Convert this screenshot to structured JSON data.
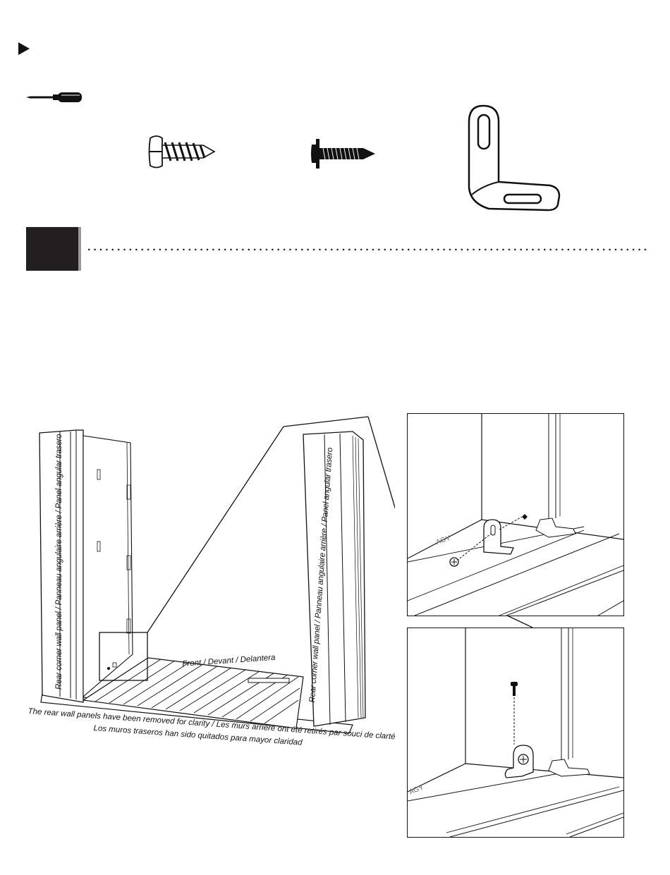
{
  "hardware": {
    "items": [
      {
        "icon": "screwdriver-icon"
      },
      {
        "icon": "pan-head-screw-icon"
      },
      {
        "icon": "washer-head-screw-icon"
      },
      {
        "icon": "l-bracket-icon"
      }
    ]
  },
  "main_illustration": {
    "panel_label_left": "Rear corner wall panel / Panneau angulaire arrière / Panel angular trasero",
    "panel_label_right": "Rear corner wall panel / Panneau angulaire arrière / Panel angular trasero",
    "front_label": "Front / Devant / Delantera",
    "caption_line_1": "The rear wall panels have been removed for clarity / Les murs arrière ont été retirés par souci de clarté",
    "caption_line_2": "Los muros traseros han sido quitados para mayor claridad"
  },
  "detail_views": {
    "top_floor_text": "AGY",
    "bottom_floor_text": "AGY"
  }
}
